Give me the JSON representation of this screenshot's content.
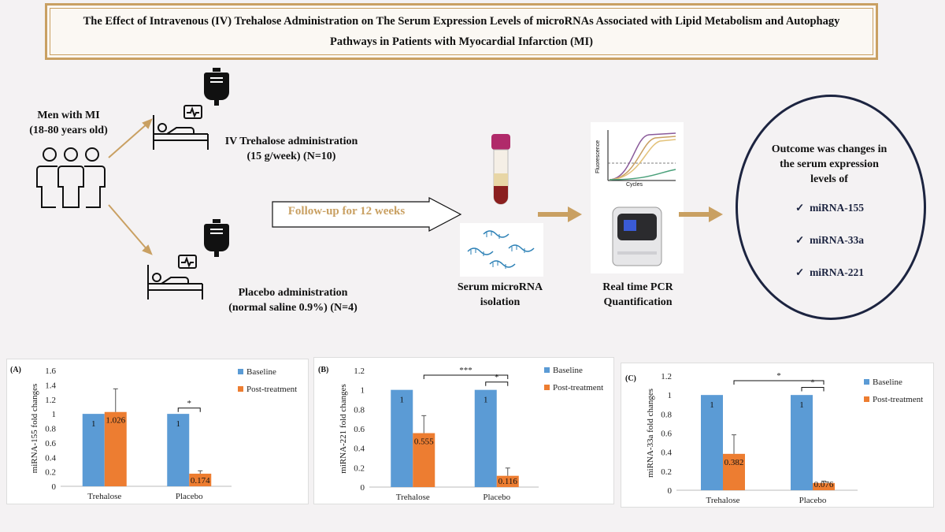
{
  "title": "The Effect of Intravenous (IV) Trehalose Administration on The Serum Expression Levels of microRNAs Associated with Lipid Metabolism and Autophagy Pathways in Patients with Myocardial Infarction (MI)",
  "population": {
    "line1": "Men with MI",
    "line2": "(18-80 years old)"
  },
  "arms": [
    {
      "line1": "IV Trehalose administration",
      "line2": "(15 g/week) (N=10)"
    },
    {
      "line1": "Placebo administration",
      "line2": "(normal saline 0.9%) (N=4)"
    }
  ],
  "followup": "Follow-up for 12 weeks",
  "steps": [
    {
      "line1": "Serum microRNA",
      "line2": "isolation"
    },
    {
      "line1": "Real time PCR",
      "line2": "Quantification"
    }
  ],
  "pcr_plot": {
    "ylabel": "Fluorescence",
    "xlabel": "Cycles"
  },
  "outcome": {
    "line1": "Outcome was changes in",
    "line2": "the serum expression",
    "line3": "levels of",
    "items": [
      "miRNA-155",
      "miRNA-33a",
      "miRNA-221"
    ],
    "check": "✓"
  },
  "colors": {
    "baseline": "#5b9bd5",
    "post": "#ed7d31",
    "accent": "#c9a062",
    "navy": "#1c2440"
  },
  "chart_data": [
    {
      "type": "bar",
      "panel": "(A)",
      "ylabel": "miRNA-155 fold changes",
      "categories": [
        "Trehalose",
        "Placebo"
      ],
      "ylim": [
        0,
        1.6
      ],
      "ytick_step": 0.2,
      "ytick_labels": [
        "0",
        "0.2",
        "0.4",
        "0.6",
        "0.8",
        "1",
        "1.2",
        "1.4",
        "1.6"
      ],
      "series": [
        {
          "name": "Baseline",
          "values": [
            1,
            1
          ],
          "labels": [
            "1",
            "1"
          ],
          "errors": [
            0,
            0
          ]
        },
        {
          "name": "Post-treatment",
          "values": [
            1.026,
            0.174
          ],
          "labels": [
            "1.026",
            "0.174"
          ],
          "errors": [
            0.32,
            0.04
          ]
        }
      ],
      "significance": [
        {
          "level": 1,
          "text": "*",
          "from": [
            1,
            0
          ],
          "to": [
            1,
            1
          ]
        }
      ],
      "legend": "top-right"
    },
    {
      "type": "bar",
      "panel": "(B)",
      "ylabel": "miRNA-221 fold changes",
      "categories": [
        "Trehalose",
        "Placebo"
      ],
      "ylim": [
        0,
        1.2
      ],
      "ytick_step": 0.2,
      "ytick_labels": [
        "0",
        "0.2",
        "0.4",
        "0.6",
        "0.8",
        "1",
        "1.2"
      ],
      "series": [
        {
          "name": "Baseline",
          "values": [
            1,
            1
          ],
          "labels": [
            "1",
            "1"
          ],
          "errors": [
            0,
            0
          ]
        },
        {
          "name": "Post-treatment",
          "values": [
            0.555,
            0.116
          ],
          "labels": [
            "0.555",
            "0.116"
          ],
          "errors": [
            0.18,
            0.08
          ]
        }
      ],
      "significance": [
        {
          "level": 1,
          "text": "*",
          "from": [
            1,
            0
          ],
          "to": [
            1,
            1
          ]
        },
        {
          "level": 2,
          "text": "***",
          "from": [
            0,
            1
          ],
          "to": [
            1,
            1
          ]
        }
      ],
      "legend": "top-right"
    },
    {
      "type": "bar",
      "panel": "(C)",
      "ylabel": "miRNA-33a fold changes",
      "categories": [
        "Trehalose",
        "Placebo"
      ],
      "ylim": [
        0,
        1.2
      ],
      "ytick_step": 0.2,
      "ytick_labels": [
        "0",
        "0.2",
        "0.4",
        "0.6",
        "0.8",
        "1",
        "1.2"
      ],
      "series": [
        {
          "name": "Baseline",
          "values": [
            1,
            1
          ],
          "labels": [
            "1",
            "1"
          ],
          "errors": [
            0,
            0
          ]
        },
        {
          "name": "Post-treatment",
          "values": [
            0.382,
            0.076
          ],
          "labels": [
            "0.382",
            "0.076"
          ],
          "errors": [
            0.2,
            0.02
          ]
        }
      ],
      "significance": [
        {
          "level": 1,
          "text": "*",
          "from": [
            1,
            0
          ],
          "to": [
            1,
            1
          ]
        },
        {
          "level": 2,
          "text": "*",
          "from": [
            0,
            1
          ],
          "to": [
            1,
            1
          ]
        }
      ],
      "legend": "top-right"
    }
  ]
}
